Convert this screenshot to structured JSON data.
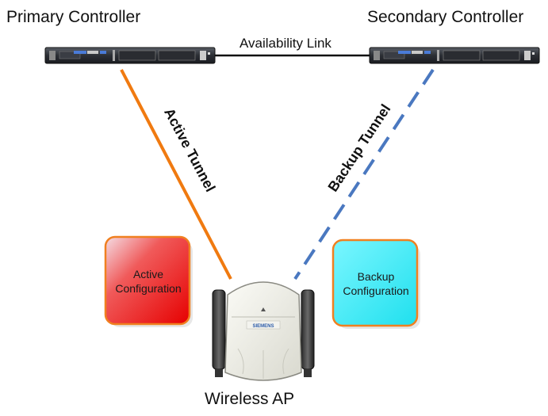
{
  "labels": {
    "primary_controller": "Primary Controller",
    "secondary_controller": "Secondary Controller",
    "availability_link": "Availability Link",
    "active_tunnel": "Active Tunnel",
    "backup_tunnel": "Backup Tunnel",
    "wireless_ap": "Wireless AP",
    "ap_brand": "SIEMENS"
  },
  "configs": {
    "active": {
      "line1": "Active",
      "line2": "Configuration",
      "fill": "#ee1111",
      "border": "#f08020"
    },
    "backup": {
      "line1": "Backup",
      "line2": "Configuration",
      "fill": "#33e6f2",
      "border": "#f08020"
    }
  },
  "colors": {
    "active_tunnel": "#f07a10",
    "backup_tunnel": "#4a78c0",
    "link": "#111111"
  }
}
